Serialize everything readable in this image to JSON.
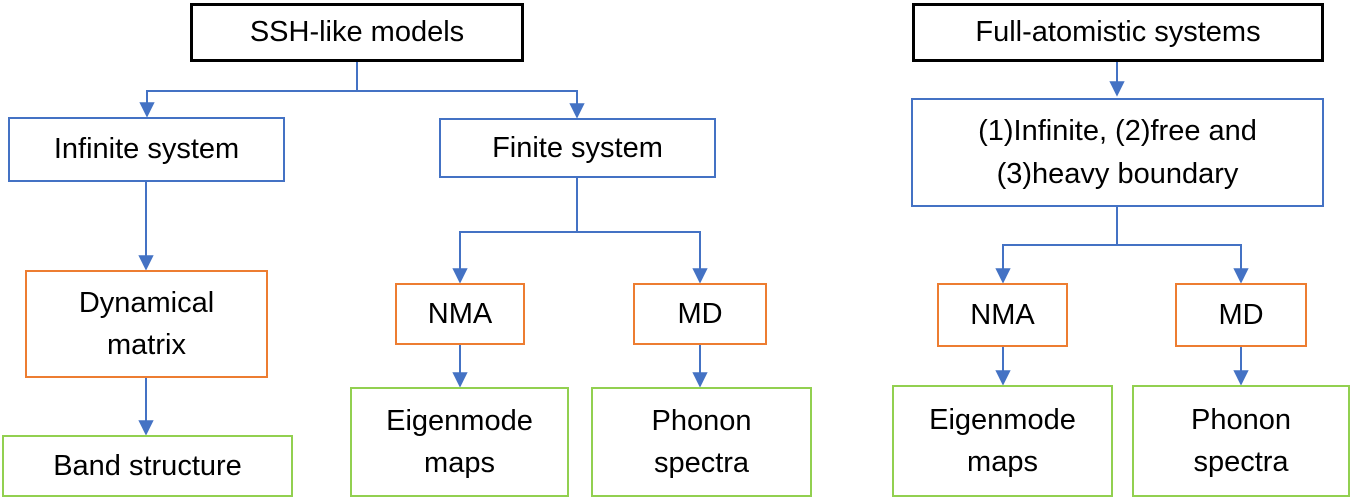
{
  "colors": {
    "arrow": "#4472C4",
    "root_border": "#000000",
    "system_border": "#4472C4",
    "method_border": "#ED7D31",
    "result_border": "#92D050"
  },
  "left_tree": {
    "root": "SSH-like models",
    "infinite_system": "Infinite system",
    "finite_system": "Finite system",
    "dynamical_matrix": "Dynamical\nmatrix",
    "band_structure": "Band structure",
    "nma": "NMA",
    "md": "MD",
    "eigenmode_maps": "Eigenmode\nmaps",
    "phonon_spectra": "Phonon\nspectra"
  },
  "right_tree": {
    "root": "Full-atomistic systems",
    "boundary_conditions": "(1)Infinite, (2)free and\n(3)heavy boundary",
    "nma": "NMA",
    "md": "MD",
    "eigenmode_maps": "Eigenmode\nmaps",
    "phonon_spectra": "Phonon\nspectra"
  }
}
